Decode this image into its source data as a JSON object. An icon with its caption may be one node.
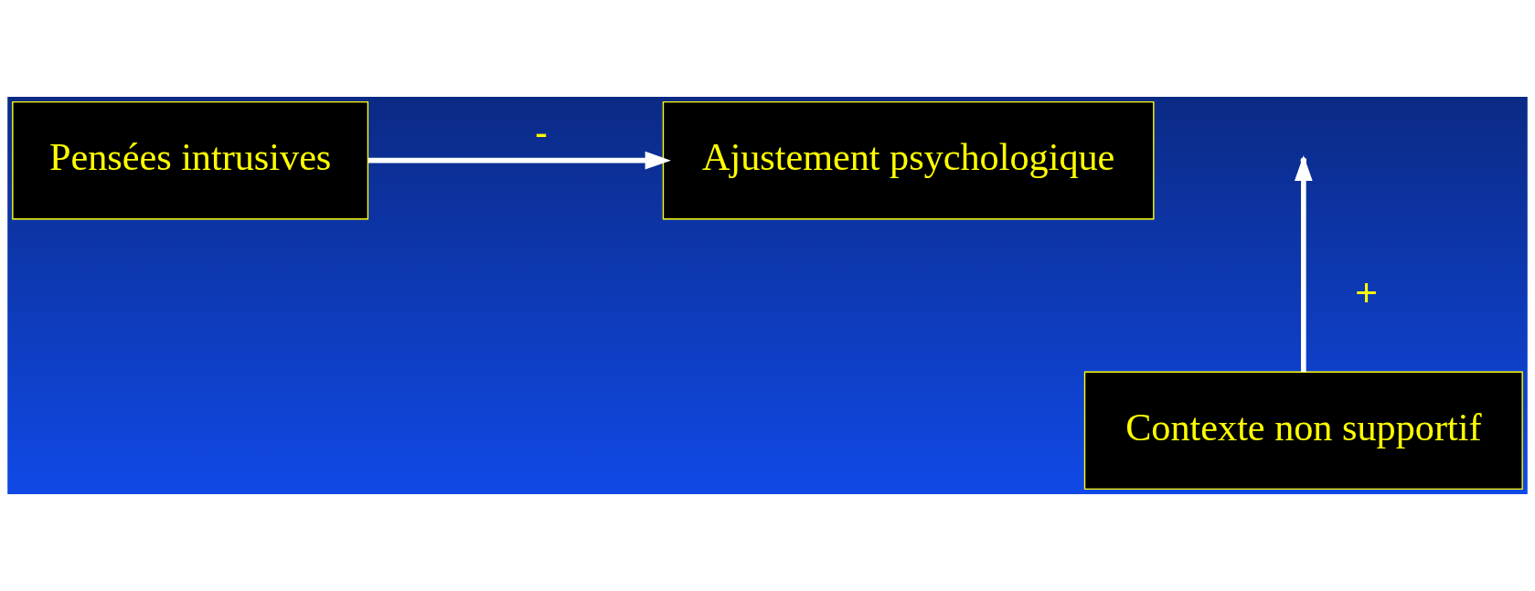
{
  "diagram": {
    "nodes": [
      {
        "text": [
          "Pensées intrusives"
        ]
      },
      {
        "text": [
          "Ajustement psychologique"
        ]
      },
      {
        "text": [
          "Contexte non supportif"
        ]
      }
    ],
    "edges": [
      {
        "from": 0,
        "to": 1,
        "arrow": "to",
        "label": "-"
      },
      {
        "from": 2,
        "to": null,
        "arrow": "to",
        "label": "+"
      }
    ]
  }
}
